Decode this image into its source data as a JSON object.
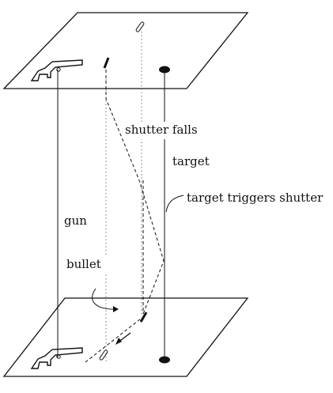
{
  "labels": {
    "shutter_falls": "shutter falls",
    "target": "target",
    "target_triggers_shutter": "target triggers shutter",
    "gun": "gun",
    "bullet": "bullet"
  },
  "colors": {
    "ink": "#111111",
    "background": "#ffffff"
  }
}
